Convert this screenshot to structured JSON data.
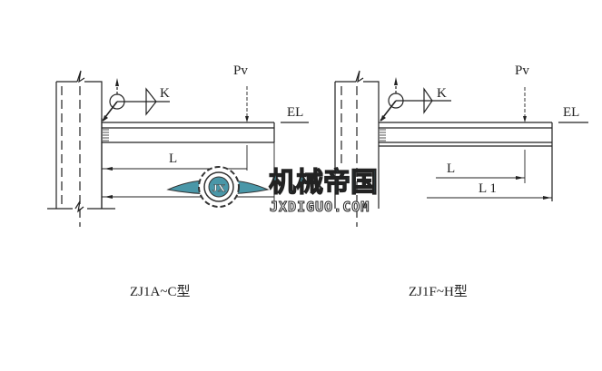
{
  "diagrams": [
    {
      "caption": "ZJ1A~C型",
      "labels": {
        "load": "Pv",
        "k": "K",
        "elevation": "EL",
        "length": "L"
      }
    },
    {
      "caption": "ZJ1F~H型",
      "labels": {
        "load": "Pv",
        "k": "K",
        "elevation": "EL",
        "length": "L",
        "length1": "L 1"
      }
    }
  ],
  "watermark": {
    "title": "机械帝国",
    "url": "JXDIGUO.COM",
    "emblem": "JX",
    "color": "#4a97a8"
  }
}
